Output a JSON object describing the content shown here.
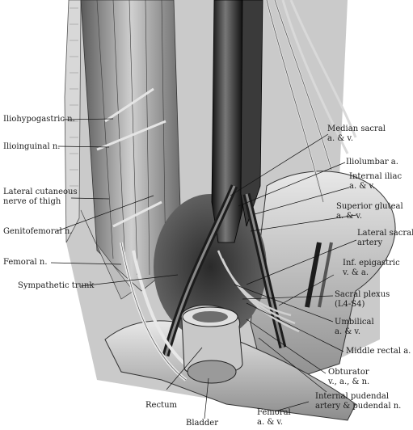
{
  "labels": {
    "iliohypogastric": "Iliohypogastric n.",
    "ilioinguinal": "Ilioinguinal n.",
    "lateral_cutaneous": "Lateral cutaneous\nnerve of thigh",
    "genitofemoral": "Genitofemoral n.",
    "femoral_n": "Femoral n.",
    "sympathetic": "Sympathetic trunk",
    "rectum": "Rectum",
    "bladder": "Bladder",
    "femoral_av": "Femoral\na. & v.",
    "internal_pudendal": "Internal pudendal\nartery & pudendal n.",
    "obturator": "Obturator\nv., a., & n.",
    "middle_rectal": "Middle rectal a.",
    "umbilical": "Umbilical\na. & v.",
    "sacral_plexus": "Sacral plexus\n(L4-S4)",
    "inf_epigastric": "Inf. epigastric\nv. & a.",
    "lateral_sacral": "Lateral sacral\nartery",
    "superior_gluteal": "Superior gluteal\na. & v.",
    "internal_iliac": "Internal iliac\na. & v.",
    "iliolumbar": "Iliolumbar a.",
    "median_sacral": "Median sacral\na. & v."
  }
}
